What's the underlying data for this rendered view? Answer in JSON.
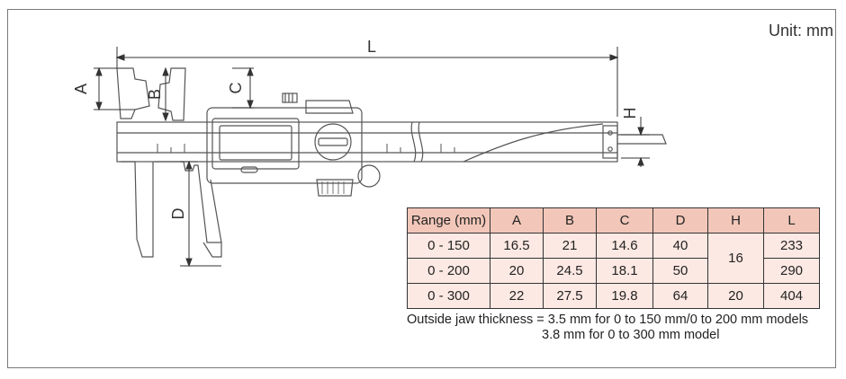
{
  "unit_label": "Unit: mm",
  "dimension_labels": {
    "L": "L",
    "A": "A",
    "B": "B",
    "C": "C",
    "D": "D",
    "H": "H"
  },
  "table": {
    "headers": [
      "Range (mm)",
      "A",
      "B",
      "C",
      "D",
      "H",
      "L"
    ],
    "rows": [
      [
        "0 - 150",
        "16.5",
        "21",
        "14.6",
        "40",
        "16",
        "233"
      ],
      [
        "0 - 200",
        "20",
        "24.5",
        "18.1",
        "50",
        "",
        "290"
      ],
      [
        "0 - 300",
        "22",
        "27.5",
        "19.8",
        "64",
        "20",
        "404"
      ]
    ]
  },
  "note": {
    "line1": "Outside jaw thickness = 3.5 mm for 0 to 150 mm/0 to 200 mm models",
    "line2": "3.8 mm for 0 to 300 mm model"
  },
  "colors": {
    "header_bg": "#f2c7b9",
    "cell_bg": "#fde9e3",
    "line": "#333333"
  }
}
